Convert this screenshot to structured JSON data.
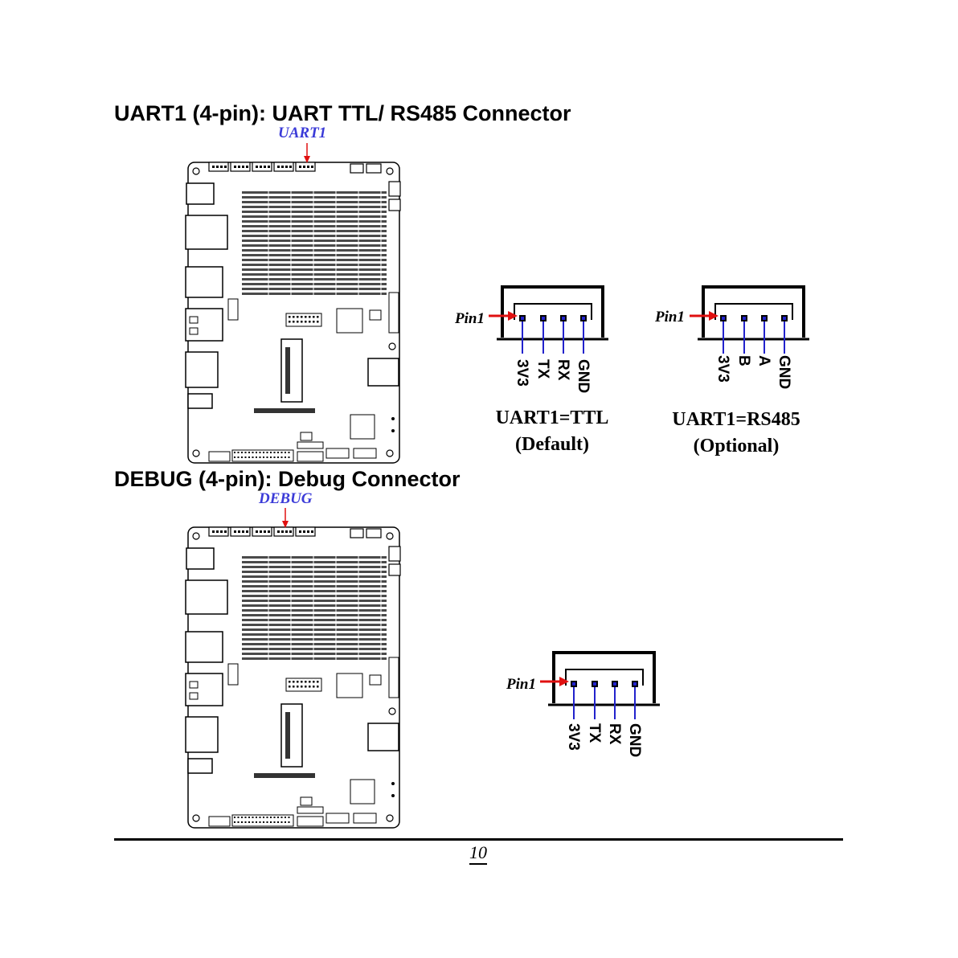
{
  "sections": [
    {
      "heading": "UART1 (4-pin): UART TTL/ RS485 Connector",
      "board_label": "UART1",
      "connectors": [
        {
          "pin1_label": "Pin1",
          "signals": [
            "3V3",
            "TX",
            "RX",
            "GND"
          ],
          "caption_line1": "UART1=TTL",
          "caption_line2": "(Default)"
        },
        {
          "pin1_label": "Pin1",
          "signals": [
            "3V3",
            "B",
            "A",
            "GND"
          ],
          "caption_line1": "UART1=RS485",
          "caption_line2": "(Optional)"
        }
      ]
    },
    {
      "heading": "DEBUG (4-pin): Debug Connector",
      "board_label": "DEBUG",
      "connectors": [
        {
          "pin1_label": "Pin1",
          "signals": [
            "3V3",
            "TX",
            "RX",
            "GND"
          ]
        }
      ]
    }
  ],
  "footer": {
    "page_number": "10"
  },
  "colors": {
    "label_blue": "#3b3bd8",
    "arrow_red": "#e01010",
    "pin_wire_blue": "#2222cc"
  }
}
